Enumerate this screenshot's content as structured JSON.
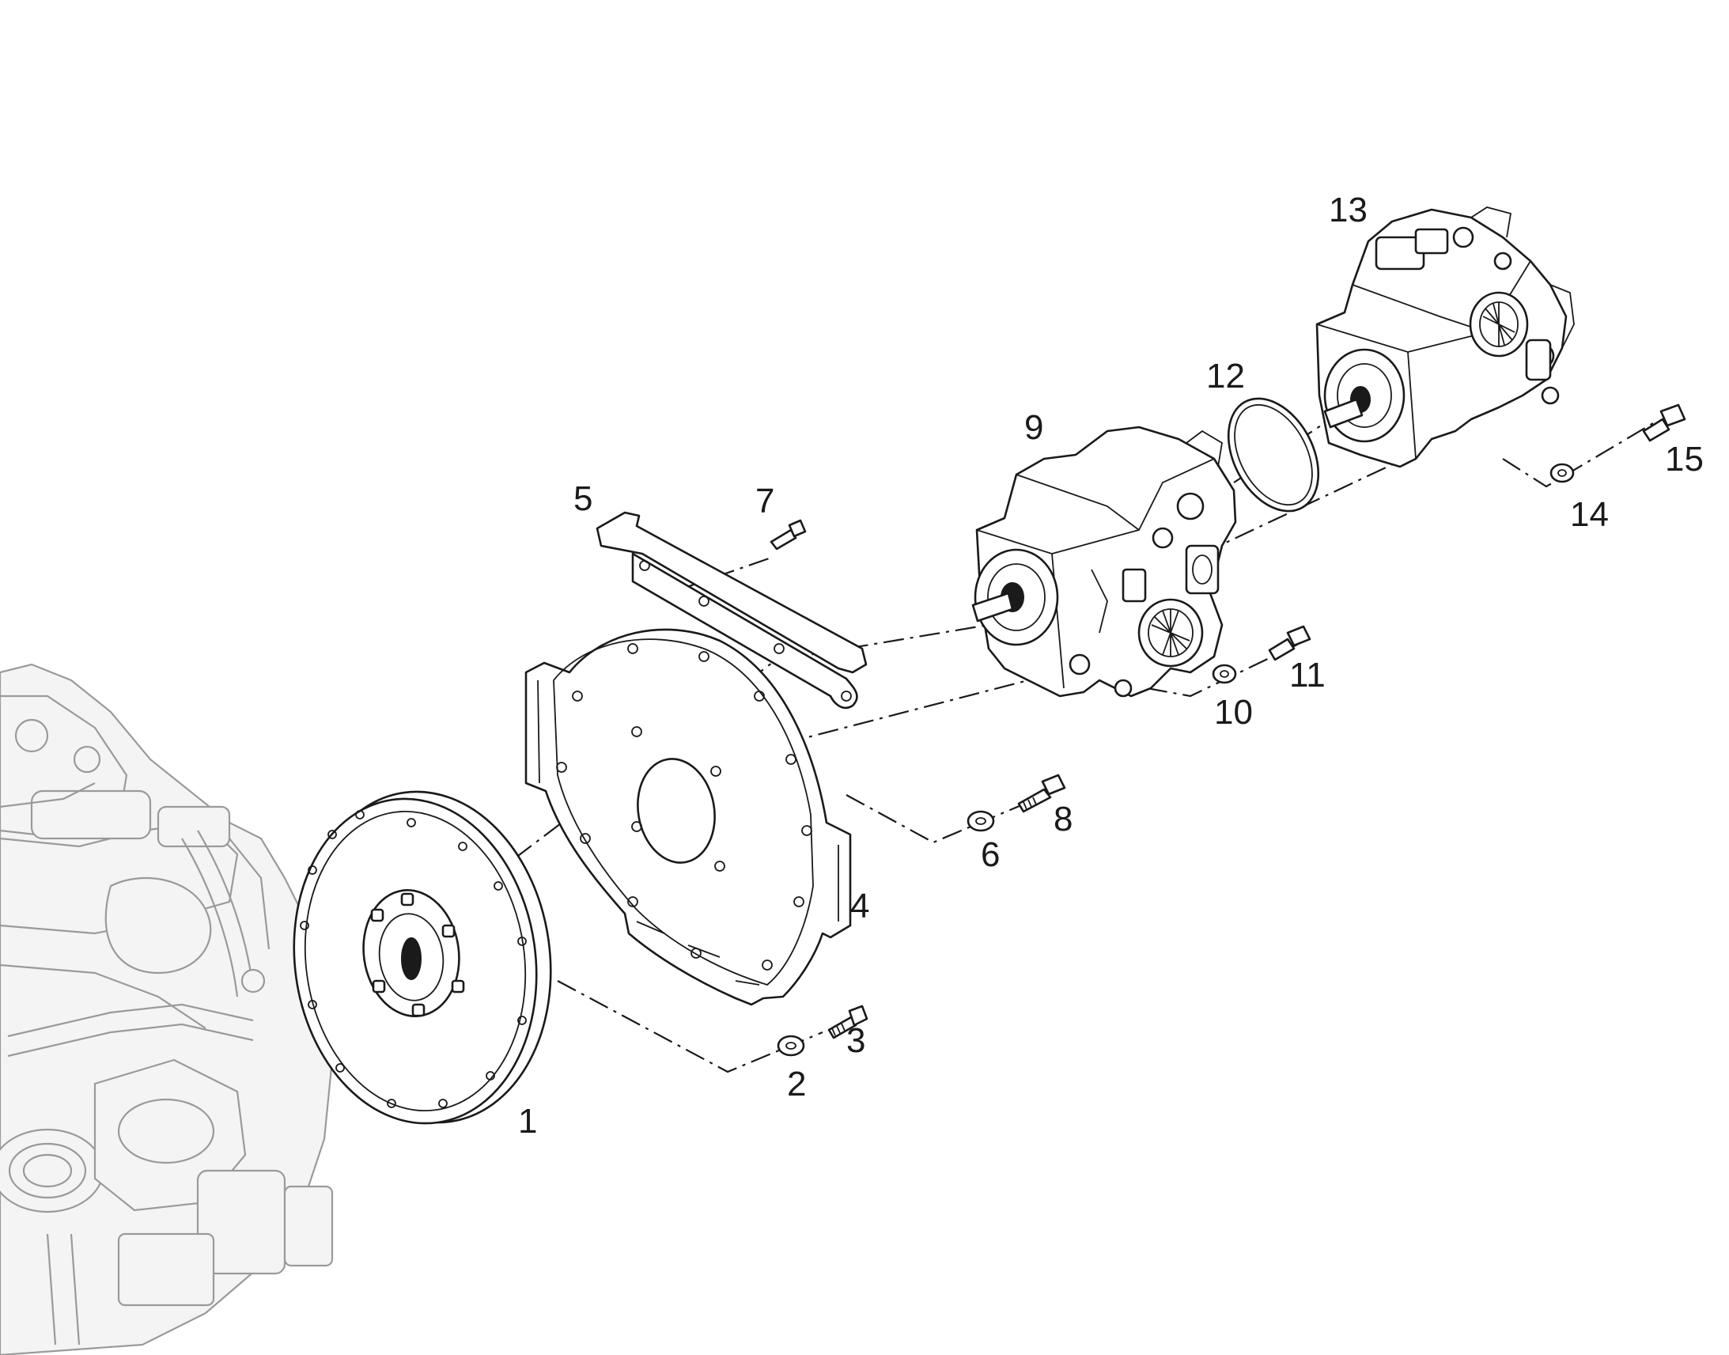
{
  "diagram": {
    "type": "exploded-parts-diagram",
    "colors": {
      "line": "#1a1a1a",
      "background": "#ffffff",
      "ghost_engine": "#9a9a9a"
    },
    "callouts": {
      "c1": "1",
      "c2": "2",
      "c3": "3",
      "c4": "4",
      "c5": "5",
      "c6": "6",
      "c7": "7",
      "c8": "8",
      "c9": "9",
      "c10": "10",
      "c11": "11",
      "c12": "12",
      "c13": "13",
      "c14": "14",
      "c15": "15"
    }
  }
}
